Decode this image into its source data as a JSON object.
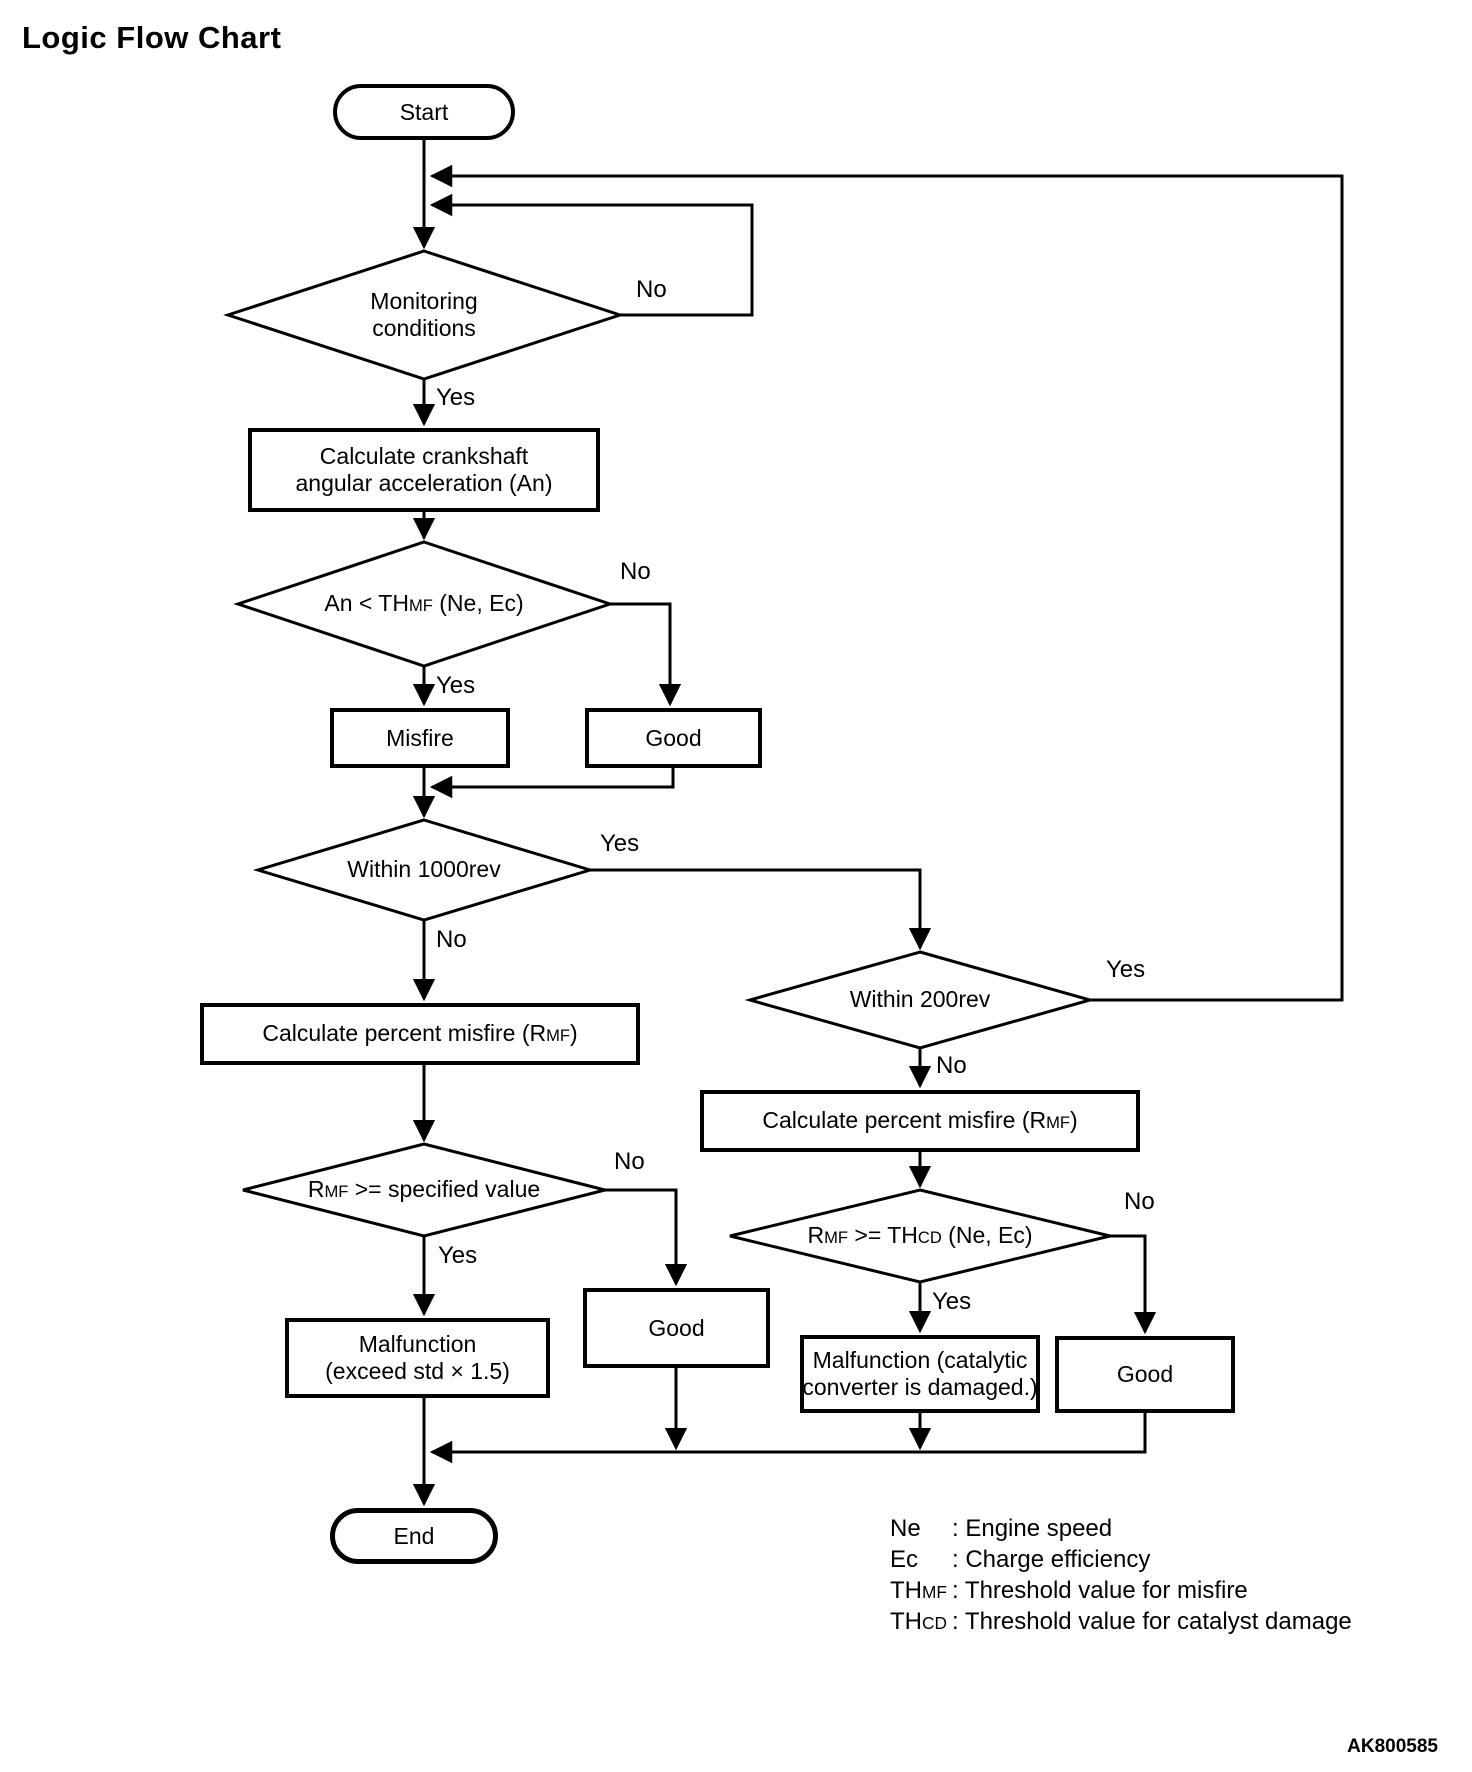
{
  "title": "Logic Flow Chart",
  "figure_code": "AK800585",
  "colors": {
    "line": "#000000",
    "background": "#ffffff",
    "text": "#000000"
  },
  "edge_labels": {
    "yes": "Yes",
    "no": "No"
  },
  "nodes": {
    "start": {
      "label": "Start"
    },
    "monitoring_conditions": {
      "line1": "Monitoring",
      "line2": "conditions"
    },
    "calc_crankshaft": {
      "line1": "Calculate crankshaft",
      "line2": "angular acceleration (An)"
    },
    "an_threshold": {
      "t1": "An < TH",
      "sub1": "MF",
      "t2": " (Ne, Ec)"
    },
    "misfire": {
      "label": "Misfire"
    },
    "good_top": {
      "label": "Good"
    },
    "within_1000rev": {
      "label": "Within 1000rev"
    },
    "calc_percent_misfire_left": {
      "t1": "Calculate percent misfire (R",
      "sub1": "MF",
      "t2": ")"
    },
    "rmf_specified": {
      "t1": "R",
      "sub1": "MF",
      "t2": " >= specified value"
    },
    "malfunction_std": {
      "line1": "Malfunction",
      "line2": "(exceed std × 1.5)"
    },
    "good_mid": {
      "label": "Good"
    },
    "within_200rev": {
      "label": "Within 200rev"
    },
    "calc_percent_misfire_right": {
      "t1": "Calculate percent misfire (R",
      "sub1": "MF",
      "t2": ")"
    },
    "rmf_thcd": {
      "t1": "R",
      "sub1": "MF",
      "t2": " >= TH",
      "sub2": "CD",
      "t3": " (Ne, Ec)"
    },
    "malfunction_catalyst": {
      "line1": "Malfunction (catalytic",
      "line2": "converter is damaged.)"
    },
    "good_right": {
      "label": "Good"
    },
    "end": {
      "label": "End"
    }
  },
  "legend": {
    "rows": [
      {
        "term": "Ne",
        "sub": "",
        "desc": ": Engine speed"
      },
      {
        "term": "Ec",
        "sub": "",
        "desc": ": Charge efficiency"
      },
      {
        "term": "TH",
        "sub": "MF",
        "desc": ": Threshold value for misfire"
      },
      {
        "term": "TH",
        "sub": "CD",
        "desc": ": Threshold value for catalyst damage"
      }
    ]
  }
}
